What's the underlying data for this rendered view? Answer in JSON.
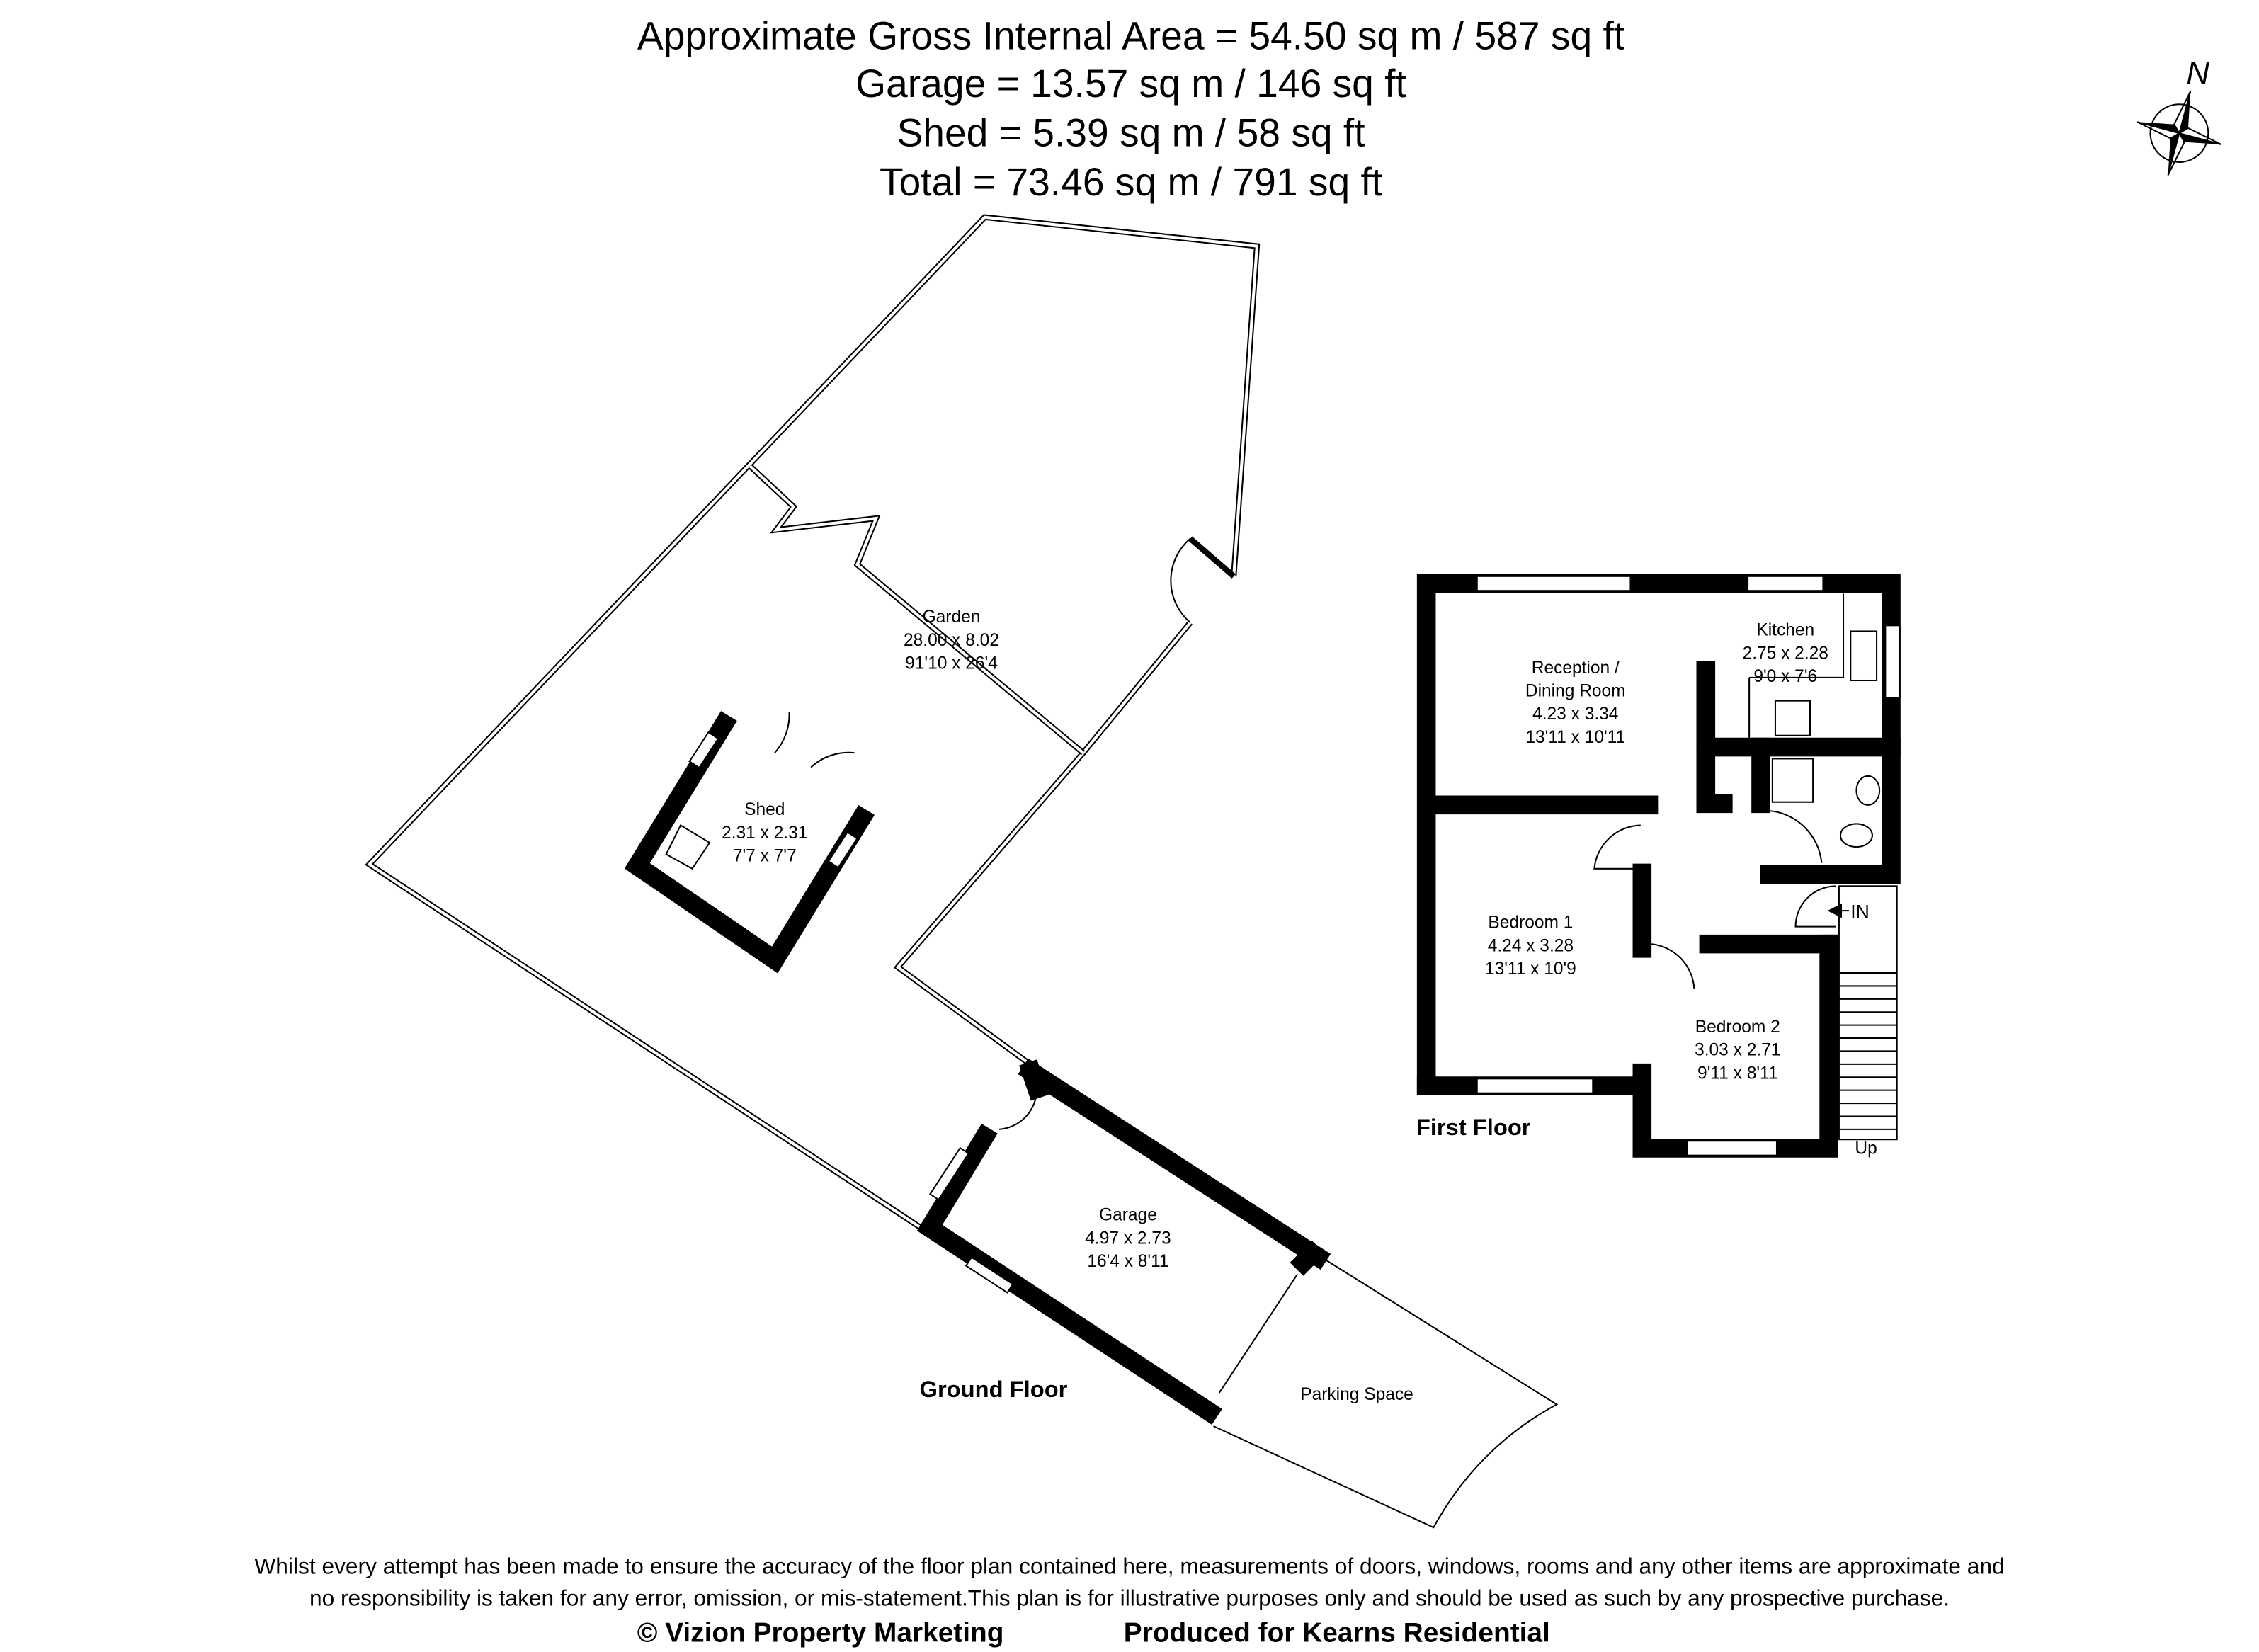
{
  "header": {
    "line1": "Approximate Gross Internal Area = 54.50 sq m / 587 sq ft",
    "line2": "Garage = 13.57 sq m / 146 sq ft",
    "line3": "Shed = 5.39 sq m / 58 sq ft",
    "line4": "Total = 73.46 sq m / 791 sq ft"
  },
  "compass": {
    "label": "N",
    "icon": "compass-rose-icon"
  },
  "ground_floor": {
    "label": "Ground Floor",
    "rooms": [
      {
        "name": "Garden",
        "metric": "28.00 x 8.02",
        "imperial": "91'10 x 26'4"
      },
      {
        "name": "Shed",
        "metric": "2.31 x 2.31",
        "imperial": "7'7 x 7'7"
      },
      {
        "name": "Garage",
        "metric": "4.97 x 2.73",
        "imperial": "16'4 x 8'11"
      },
      {
        "name": "Parking Space"
      }
    ]
  },
  "first_floor": {
    "label": "First Floor",
    "rooms": [
      {
        "name": "Reception /",
        "name2": "Dining Room",
        "metric": "4.23 x 3.34",
        "imperial": "13'11 x 10'11"
      },
      {
        "name": "Kitchen",
        "metric": "2.75 x 2.28",
        "imperial": "9'0 x 7'6"
      },
      {
        "name": "Bedroom 1",
        "metric": "4.24 x 3.28",
        "imperial": "13'11 x 10'9"
      },
      {
        "name": "Bedroom 2",
        "metric": "3.03 x 2.71",
        "imperial": "9'11 x 8'11"
      }
    ],
    "entrance_label": "IN",
    "stairs_label": "Up"
  },
  "footer": {
    "disclaimer1": "Whilst every attempt has been made to ensure the accuracy of the floor plan contained here, measurements of doors, windows, rooms and any other items are approximate and",
    "disclaimer2": "no responsibility is taken for any error, omission, or mis-statement.This plan is for illustrative purposes only and should be used as such by any prospective purchase.",
    "copyright": "© Vizion Property Marketing",
    "produced_for": "Produced for Kearns Residential"
  }
}
